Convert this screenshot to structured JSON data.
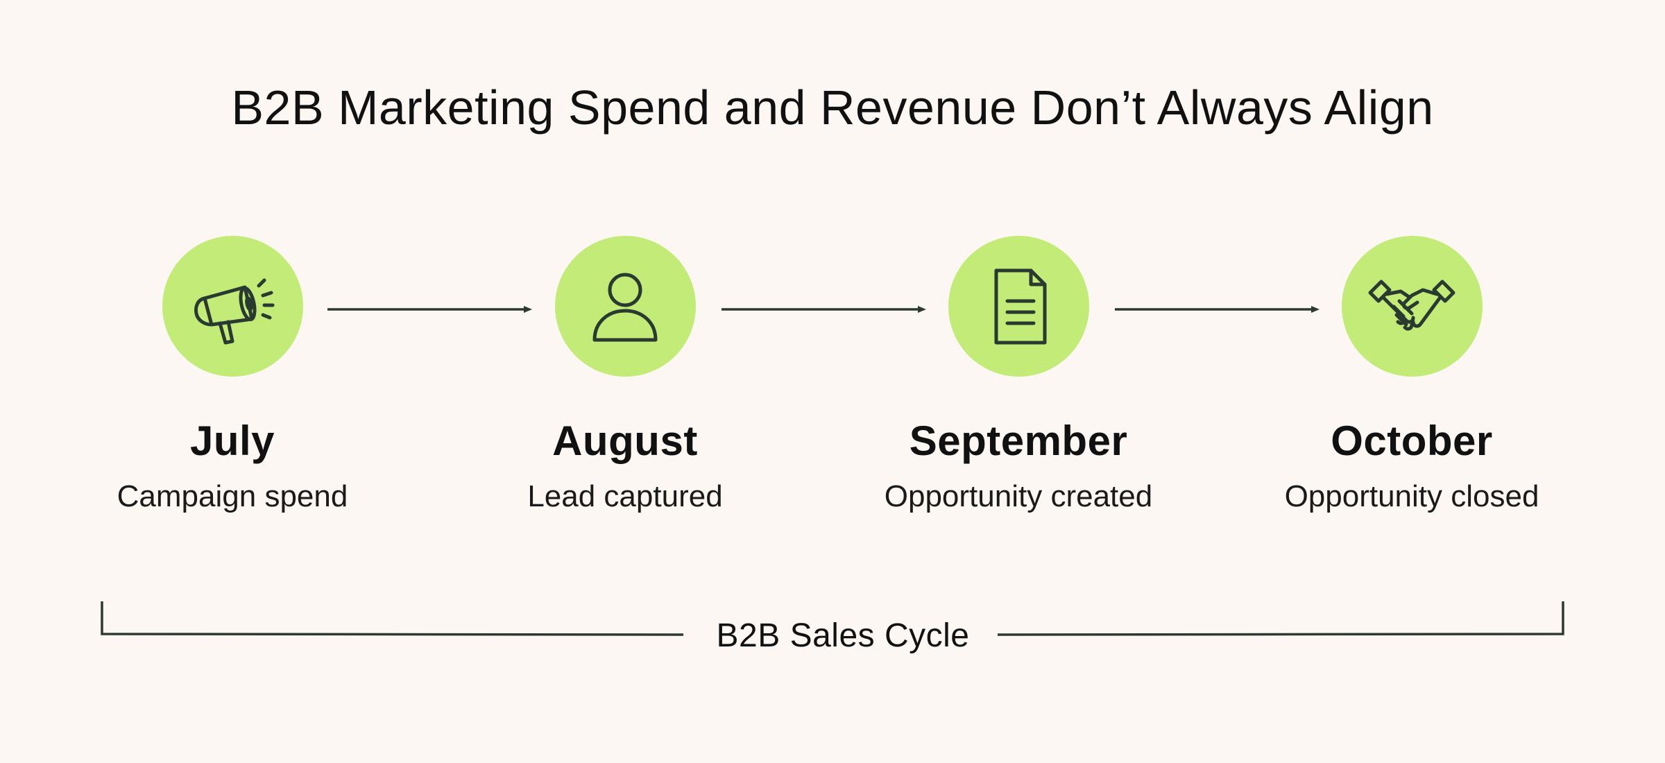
{
  "title": "B2B Marketing Spend and Revenue Don’t Always Align",
  "stages": [
    {
      "month": "July",
      "description": "Campaign spend",
      "icon": "megaphone-icon"
    },
    {
      "month": "August",
      "description": "Lead captured",
      "icon": "person-icon"
    },
    {
      "month": "September",
      "description": "Opportunity created",
      "icon": "document-icon"
    },
    {
      "month": "October",
      "description": "Opportunity closed",
      "icon": "handshake-icon"
    }
  ],
  "cycle_label": "B2B Sales Cycle",
  "colors": {
    "background": "#fdf7f3",
    "circle": "#c3eb78",
    "stroke": "#2b3a30",
    "text": "#111111"
  }
}
